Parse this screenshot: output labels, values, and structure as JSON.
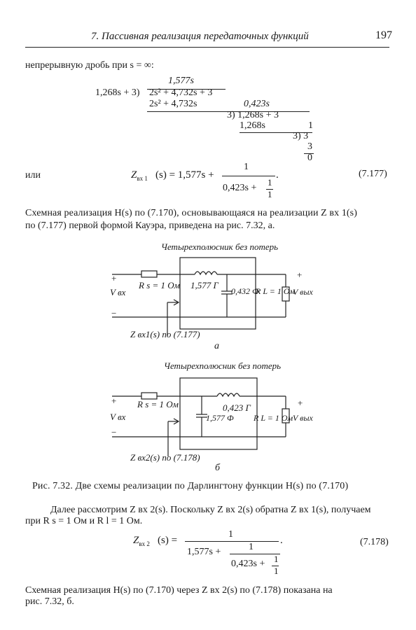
{
  "header": {
    "running_title": "7. Пассивная реализация передаточных функций",
    "page_number": "197"
  },
  "intro_line": "непрерывную дробь при s = ∞:",
  "division": {
    "top_quotient": "1,577s",
    "left_quotient": "1,268s + 3)",
    "dividend": "2s² + 4,732s + 3",
    "subtract_1": "2s² + 4,732s",
    "quotient_2": "0,423s",
    "divisor_2": "3) 1,268s + 3",
    "subtract_2": "1,268s",
    "quotient_3": "1",
    "divisor_3": "3) 3",
    "subtract_3": "3",
    "remainder": "0"
  },
  "eq177": {
    "lead": "или",
    "lhs": "Z",
    "lhs_sub": "вх 1",
    "lhs_arg": "(s) = 1,577s +",
    "num": "1",
    "den_a": "0,423s +",
    "den_num": "1",
    "den_den": "1",
    "tail": ".",
    "label": "(7.177)"
  },
  "para1": {
    "line1": "Схемная реализация H(s) по (7.170), основывающаяся на реализации Z вх 1(s)",
    "line2": "по (7.177) первой формой Кауэра, приведена на рис. 7.32, а."
  },
  "circuit_a": {
    "title": "Четырехполюсник без потерь",
    "rs": "R s = 1 Ом",
    "l": "1,577 Г",
    "c": "0,432 Ф",
    "rl": "R L = 1 Ом",
    "vin": "V вх",
    "vout": "V вых",
    "plus_in": "+",
    "minus_in": "−",
    "plus_out": "+",
    "zlabel": "Z вх1(s) по (7.177)",
    "letter": "а"
  },
  "circuit_b": {
    "title": "Четырехполюсник без потерь",
    "rs": "R s = 1 Ом",
    "l": "0,423 Г",
    "c": "1,577 Ф",
    "rl": "R L = 1 Ом",
    "vin": "V вх",
    "vout": "V вых",
    "plus_in": "+",
    "minus_in": "−",
    "plus_out": "+",
    "zlabel": "Z вх2(s) по (7.178)",
    "letter": "б"
  },
  "caption": "Рис. 7.32. Две схемы реализации по Дарлингтону функции H(s) по (7.170)",
  "para2": {
    "line1": "Далее рассмотрим Z вх 2(s). Поскольку Z вх 2(s) обратна Z вх 1(s), получаем",
    "line2": "при R s = 1 Ом и R l = 1 Ом."
  },
  "eq178": {
    "lhs": "Z",
    "lhs_sub": "вх 2",
    "lhs_arg": "(s) =",
    "num": "1",
    "den_a": "1,577s +",
    "den_num": "1",
    "den_b": "0,423s +",
    "den_bnum": "1",
    "den_bden": "1",
    "tail": ".",
    "label": "(7.178)"
  },
  "para3": {
    "line1": "Схемная реализация H(s) по (7.170) через Z вх 2(s) по (7.178) показана на",
    "line2": "рис. 7.32, б."
  }
}
